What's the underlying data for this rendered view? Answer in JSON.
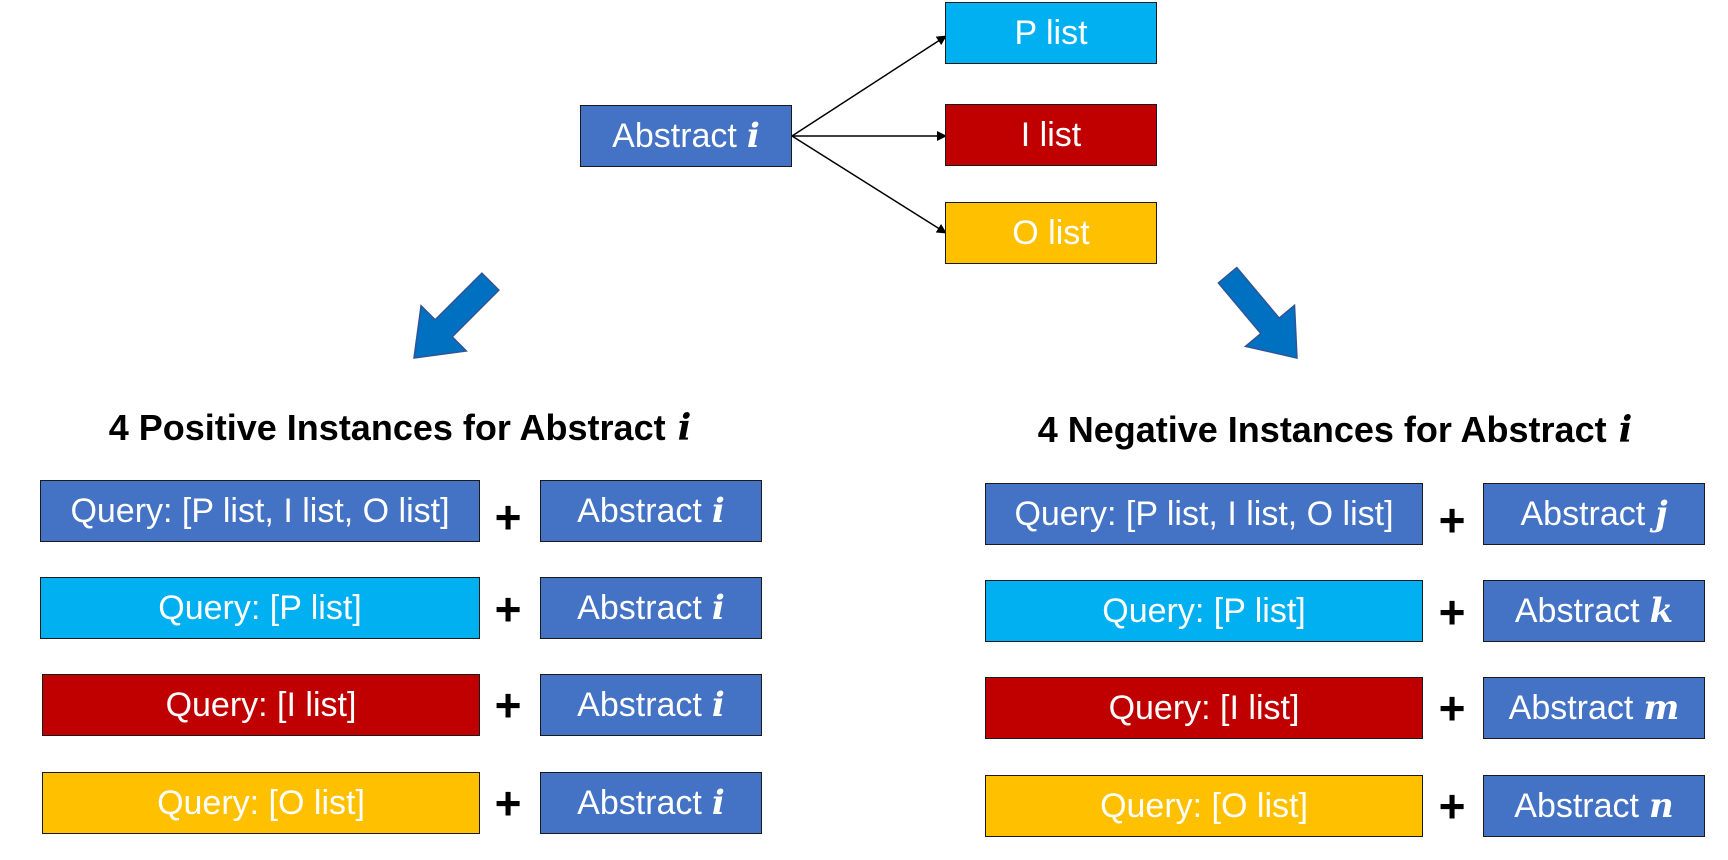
{
  "colors": {
    "blue": "#4472c4",
    "cyan": "#00b0f0",
    "red": "#c00000",
    "yellow": "#ffc000",
    "arrow_blue": "#0070c0",
    "outline": "#1a1a1a"
  },
  "top": {
    "abstract": {
      "label": "Abstract",
      "var": "i"
    },
    "p_list": "P list",
    "i_list": "I list",
    "o_list": "O list"
  },
  "positive": {
    "heading": "4 Positive Instances for Abstract",
    "heading_var": "i",
    "rows": [
      {
        "query": "Query: [P list, I list, O list]",
        "plus": "+",
        "abstract": "Abstract",
        "var": "i"
      },
      {
        "query": "Query: [P list]",
        "plus": "+",
        "abstract": "Abstract",
        "var": "i"
      },
      {
        "query": "Query: [I list]",
        "plus": "+",
        "abstract": "Abstract",
        "var": "i"
      },
      {
        "query": "Query: [O list]",
        "plus": "+",
        "abstract": "Abstract",
        "var": "i"
      }
    ]
  },
  "negative": {
    "heading": "4 Negative Instances for Abstract",
    "heading_var": "i",
    "rows": [
      {
        "query": "Query: [P list, I list, O list]",
        "plus": "+",
        "abstract": "Abstract",
        "var": "j"
      },
      {
        "query": "Query: [P list]",
        "plus": "+",
        "abstract": "Abstract",
        "var": "k"
      },
      {
        "query": "Query: [I list]",
        "plus": "+",
        "abstract": "Abstract",
        "var": "m"
      },
      {
        "query": "Query: [O list]",
        "plus": "+",
        "abstract": "Abstract",
        "var": "n"
      }
    ]
  }
}
